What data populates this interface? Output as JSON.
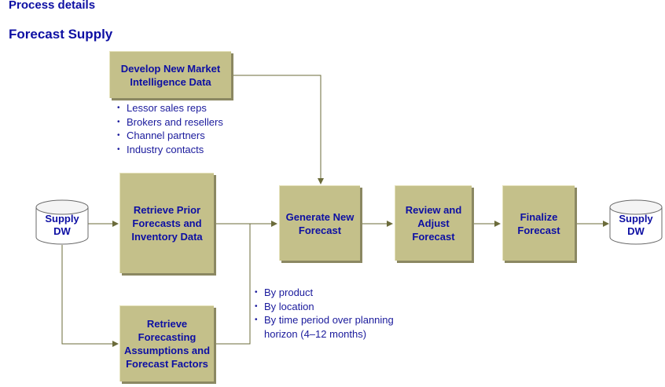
{
  "header": {
    "section": "Process details",
    "title": "Forecast Supply"
  },
  "nodes": {
    "develop": "Develop New Market Intelligence Data",
    "retrieve_prior": "Retrieve Prior Forecasts and Inventory Data",
    "retrieve_assumptions": "Retrieve Forecasting Assumptions and Forecast Factors",
    "generate": "Generate New Forecast",
    "review": "Review and Adjust Forecast",
    "finalize": "Finalize Forecast"
  },
  "datastores": {
    "source": "Supply DW",
    "target": "Supply DW"
  },
  "sources_list": [
    "Lessor sales reps",
    "Brokers and resellers",
    "Channel partners",
    "Industry contacts"
  ],
  "forecast_dimensions": [
    "By product",
    "By location",
    "By time period over planning horizon (4–12 months)"
  ],
  "colors": {
    "box": "#c4c08a",
    "text": "#0d0fa3",
    "line": "#6b6b3a"
  }
}
